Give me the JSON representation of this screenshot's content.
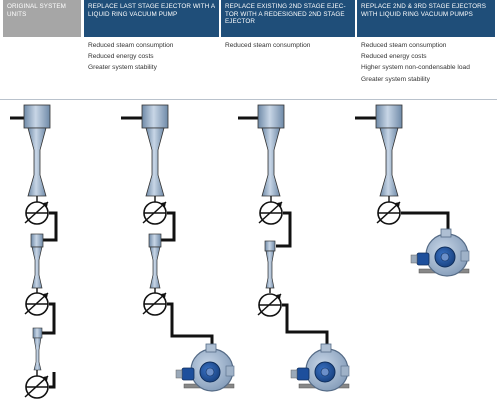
{
  "columns": [
    {
      "header": "ORIGINAL SYSTEM UNITS",
      "benefits": []
    },
    {
      "header": "REPLACE LAST STAGE EJECTOR WITH A LIQUID RING VACUUM PUMP",
      "benefits": [
        "Reduced steam consumption",
        "Reduced energy costs",
        "Greater system stability"
      ]
    },
    {
      "header": "REPLACE EXISTING 2ND STAGE EJEC- TOR WITH A REDESIGNED 2ND STAGE EJECTOR",
      "benefits": [
        "Reduced steam consumption"
      ]
    },
    {
      "header": "REPLACE 2ND & 3RD STAGE EJECTORS WITH LIQUID RING VACUUM PUMPS",
      "benefits": [
        "Reduced steam consumption",
        "Reduced energy costs",
        "Higher system non-condensable load",
        "Greater system stability"
      ]
    }
  ],
  "colors": {
    "gray_header": "#a6a6a6",
    "blue_header": "#1f4e79",
    "equipment_blue": "#9fb6cf",
    "pump_blue": "#1d4f9c",
    "line": "#111111"
  },
  "icons": [
    "ejector-icon",
    "condenser-icon",
    "liquid-ring-vacuum-pump-icon"
  ]
}
